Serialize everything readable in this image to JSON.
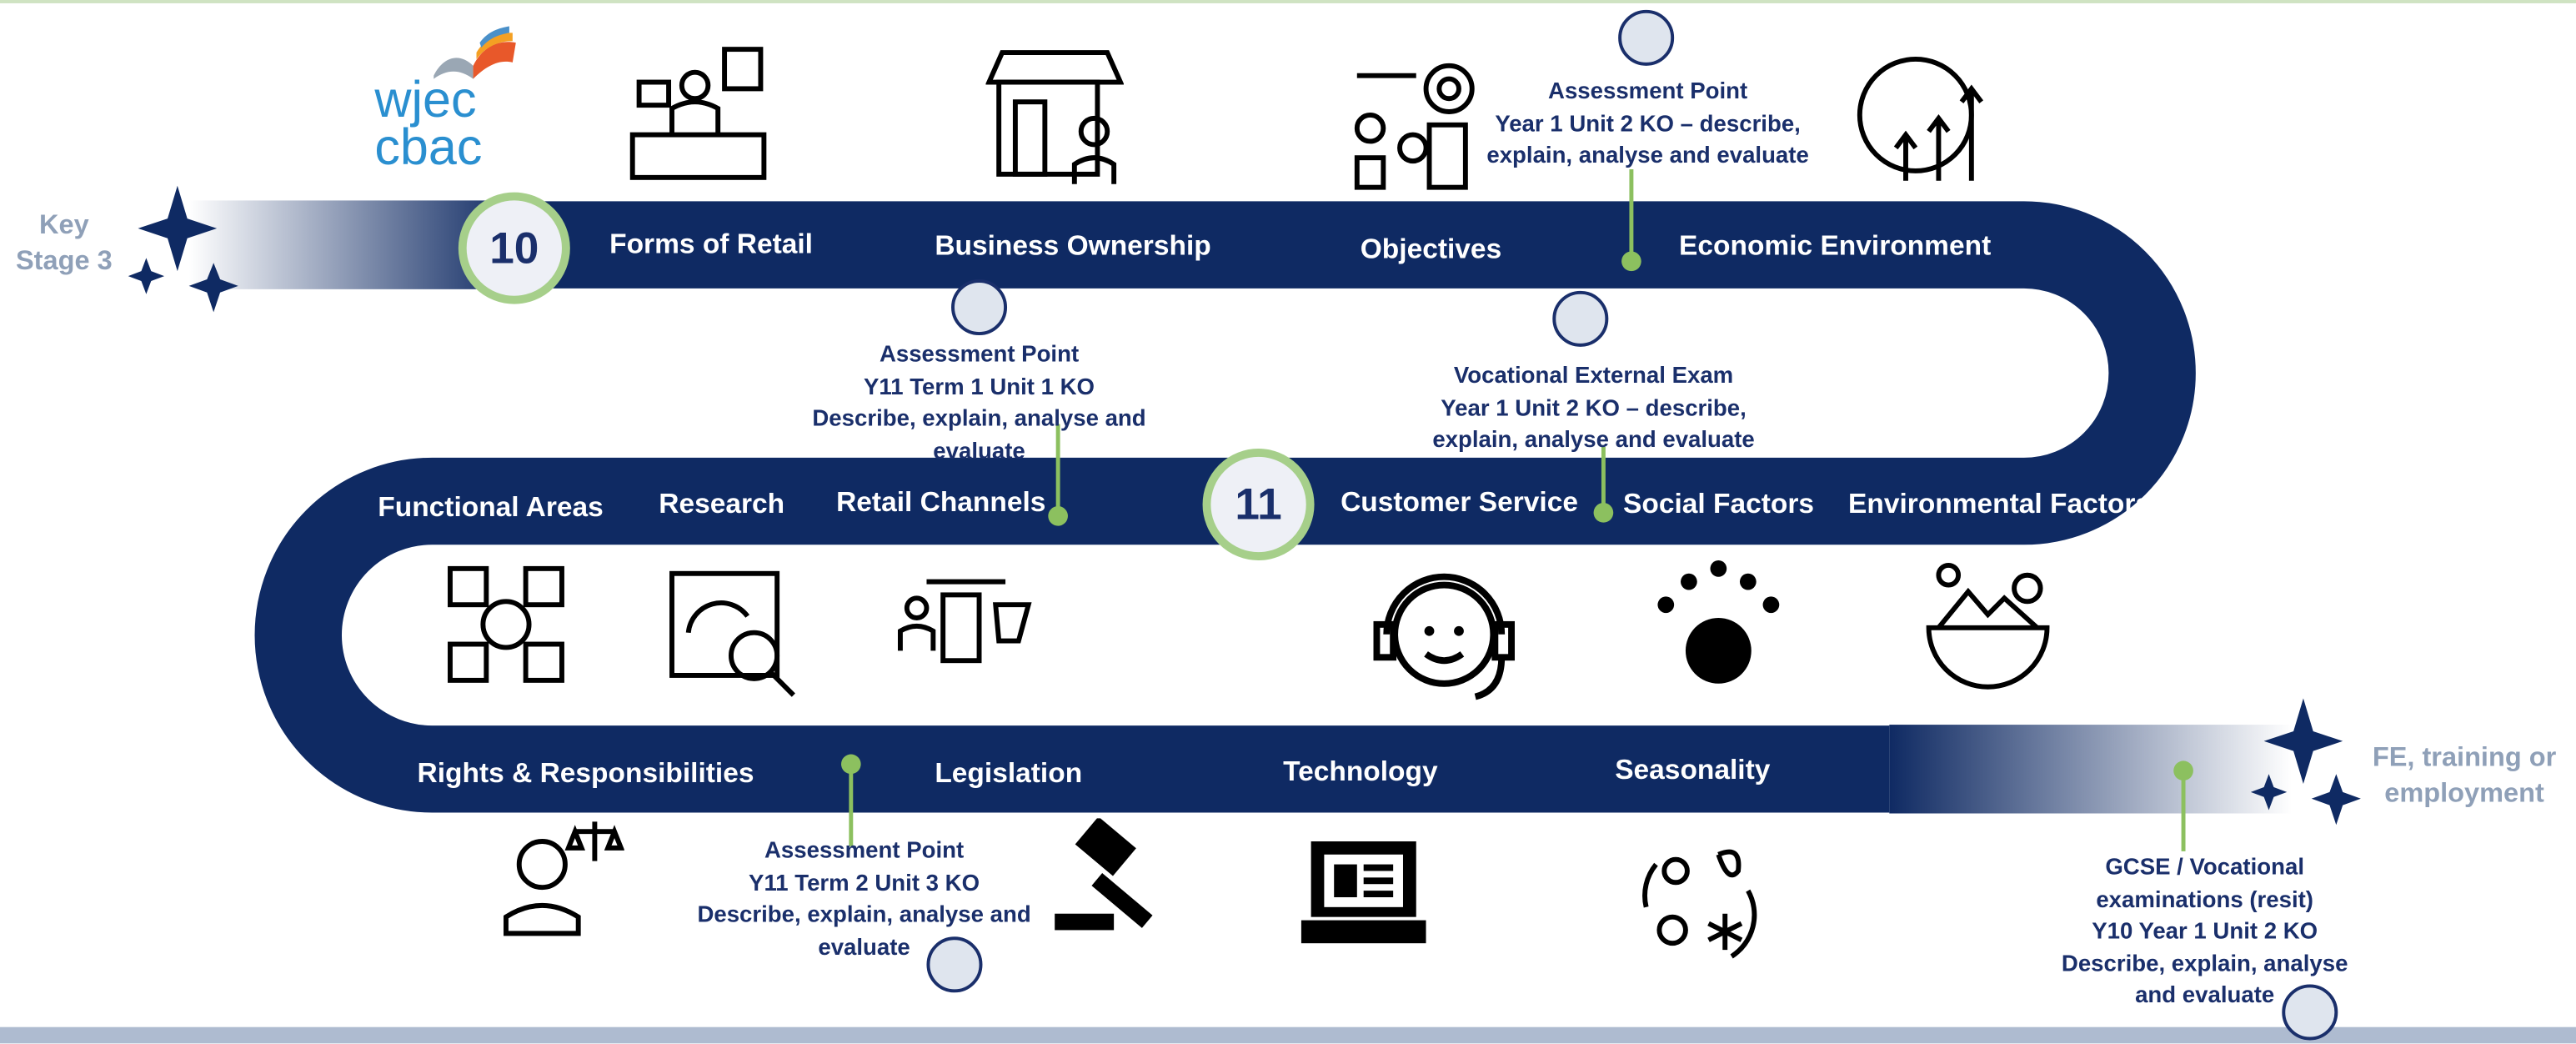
{
  "logo": {
    "line1": "wjec",
    "line2": "cbac"
  },
  "start": {
    "label": "Key Stage 3"
  },
  "end": {
    "label": "FE, training or employment"
  },
  "years": {
    "y10": "10",
    "y11": "11"
  },
  "topics": {
    "forms_of_retail": "Forms of Retail",
    "business_ownership": "Business Ownership",
    "objectives": "Objectives",
    "economic_environment": "Economic Environment",
    "functional_areas": "Functional Areas",
    "research": "Research",
    "retail_channels": "Retail Channels",
    "customer_service": "Customer Service",
    "social_factors": "Social Factors",
    "environmental_factors": "Environmental Factors",
    "rights_responsibilities": "Rights & Responsibilities",
    "legislation": "Legislation",
    "technology": "Technology",
    "seasonality": "Seasonality"
  },
  "assessments": {
    "a1": [
      "Assessment Point",
      "Year 1 Unit 2 KO – describe,",
      "explain, analyse and evaluate"
    ],
    "a2": [
      "Assessment Point",
      "Y11 Term 1 Unit 1 KO",
      "Describe, explain, analyse and",
      "evaluate"
    ],
    "a3": [
      "Vocational External Exam",
      "Year 1 Unit 2 KO – describe,",
      "explain, analyse and evaluate"
    ],
    "a4": [
      "Assessment Point",
      "Y11 Term 2 Unit 3 KO",
      "Describe, explain, analyse and",
      "evaluate"
    ],
    "a5": [
      "GCSE / Vocational",
      "examinations (resit)",
      "Y10  Year 1 Unit 2 KO",
      "Describe, explain, analyse",
      "and evaluate"
    ]
  },
  "colors": {
    "road": "#0f2a63",
    "accent_green": "#8cc05f",
    "badge_ring": "#a6cf8a",
    "text_navy": "#1a2f6b",
    "muted": "#8fa0b8"
  }
}
